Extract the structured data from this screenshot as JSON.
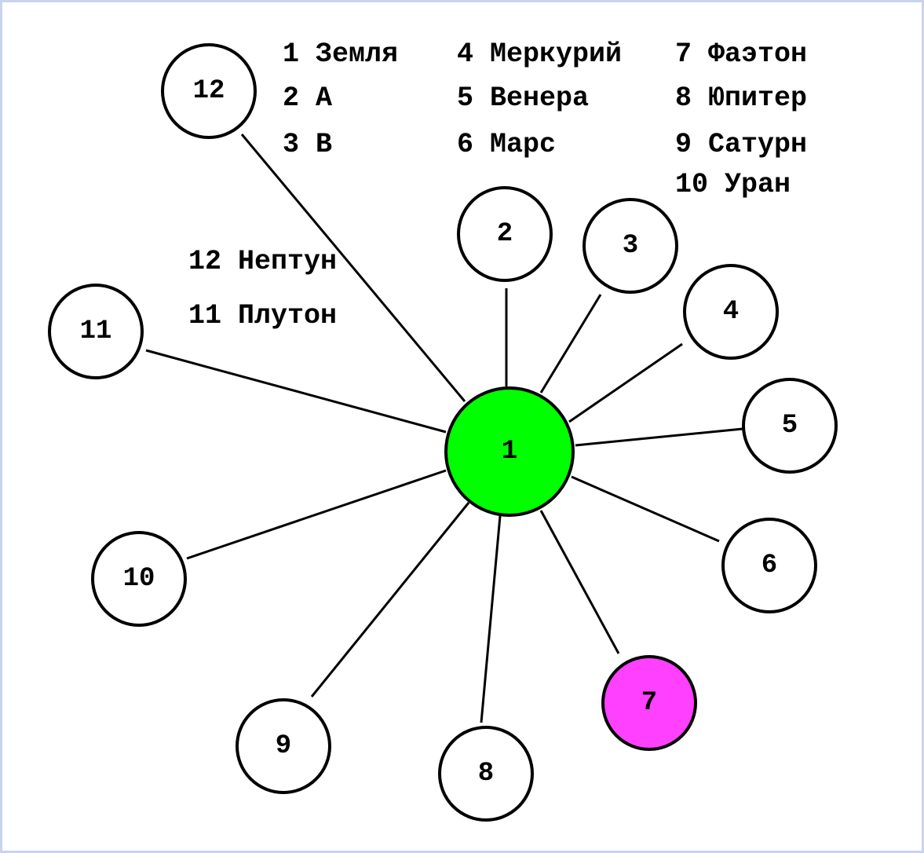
{
  "nodes": [
    {
      "id": "1",
      "label": "1",
      "fill": "#00ff00"
    },
    {
      "id": "2",
      "label": "2",
      "fill": "#ffffff"
    },
    {
      "id": "3",
      "label": "3",
      "fill": "#ffffff"
    },
    {
      "id": "4",
      "label": "4",
      "fill": "#ffffff"
    },
    {
      "id": "5",
      "label": "5",
      "fill": "#ffffff"
    },
    {
      "id": "6",
      "label": "6",
      "fill": "#ffffff"
    },
    {
      "id": "7",
      "label": "7",
      "fill": "#ff40ff"
    },
    {
      "id": "8",
      "label": "8",
      "fill": "#ffffff"
    },
    {
      "id": "9",
      "label": "9",
      "fill": "#ffffff"
    },
    {
      "id": "10",
      "label": "10",
      "fill": "#ffffff"
    },
    {
      "id": "11",
      "label": "11",
      "fill": "#ffffff"
    },
    {
      "id": "12",
      "label": "12",
      "fill": "#ffffff"
    }
  ],
  "edges": [
    {
      "from": "1",
      "to": "2"
    },
    {
      "from": "1",
      "to": "3"
    },
    {
      "from": "1",
      "to": "4"
    },
    {
      "from": "1",
      "to": "5"
    },
    {
      "from": "1",
      "to": "6"
    },
    {
      "from": "1",
      "to": "7"
    },
    {
      "from": "1",
      "to": "8"
    },
    {
      "from": "1",
      "to": "9"
    },
    {
      "from": "1",
      "to": "10"
    },
    {
      "from": "1",
      "to": "11"
    },
    {
      "from": "1",
      "to": "12"
    }
  ],
  "legend": {
    "l1": "1 Земля",
    "l2": "2 А",
    "l3": "3 В",
    "l4": "4 Меркурий",
    "l5": "5 Венера",
    "l6": "6 Марс",
    "l7": "7 Фаэтон",
    "l8": "8 Юпитер",
    "l9": "9 Сатурн",
    "l10": "10 Уран",
    "l12": "12 Нептун",
    "l11": "11 Плутон"
  },
  "colors": {
    "frame_border": "#c9d3ec",
    "center_node": "#00ff00",
    "highlight_node": "#ff40ff"
  }
}
